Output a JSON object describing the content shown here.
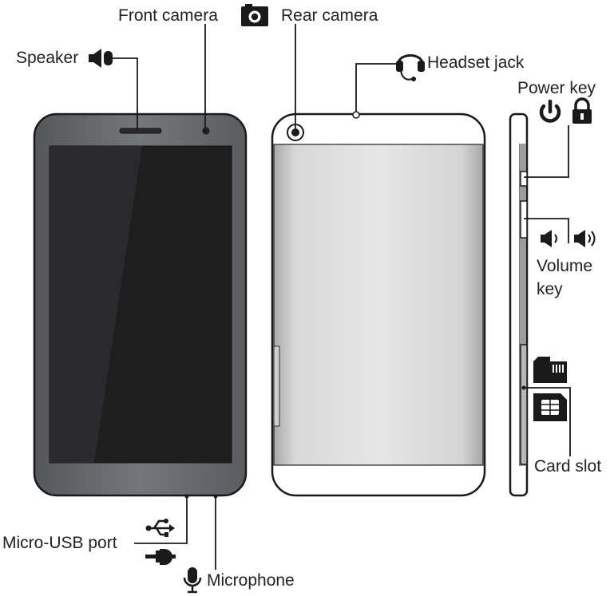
{
  "labels": {
    "front_camera": "Front camera",
    "rear_camera": "Rear camera",
    "speaker": "Speaker",
    "headset_jack": "Headset jack",
    "power_key": "Power key",
    "volume_key_line1": "Volume",
    "volume_key_line2": "key",
    "card_slot": "Card slot",
    "micro_usb_port": "Micro-USB port",
    "microphone": "Microphone"
  },
  "icons": [
    "camera-icon",
    "speaker-icon",
    "headset-icon",
    "power-icon",
    "lock-icon",
    "volume-down-icon",
    "volume-up-icon",
    "microsd-card-icon",
    "sim-card-icon",
    "usb-icon",
    "power-plug-icon",
    "microphone-icon"
  ],
  "colors": {
    "front_bezel": "#6a6c70",
    "screen": "#1e1e1f",
    "back_panel": "#dcdcdc",
    "outline": "#1a1a1a"
  }
}
